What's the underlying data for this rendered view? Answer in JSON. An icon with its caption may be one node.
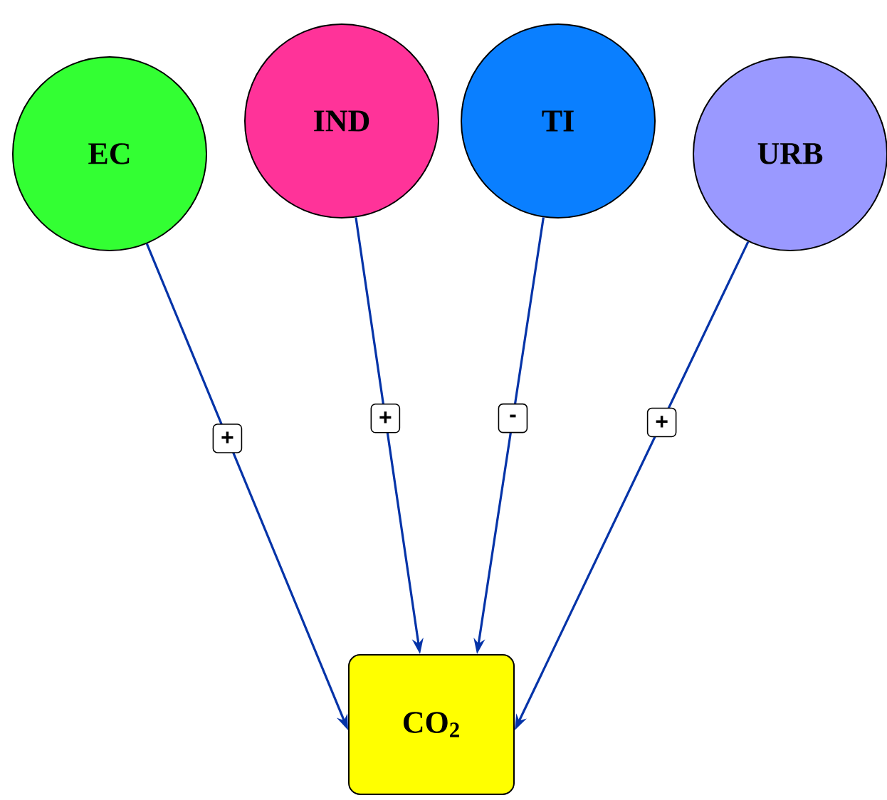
{
  "diagram": {
    "nodes": [
      {
        "text": [
          "EC"
        ]
      },
      {
        "text": [
          "IND"
        ]
      },
      {
        "text": [
          "TI"
        ]
      },
      {
        "text": [
          "URB"
        ]
      },
      {
        "text": [
          "CO$_{2}$"
        ]
      }
    ],
    "edges": [
      {
        "from": 0,
        "to": 4,
        "arrow": "to",
        "label": "+"
      },
      {
        "from": 1,
        "to": 4,
        "arrow": "to",
        "label": "+"
      },
      {
        "from": 2,
        "to": 4,
        "arrow": "to",
        "label": "-"
      },
      {
        "from": 3,
        "to": 4,
        "arrow": "to",
        "label": "+"
      }
    ]
  }
}
